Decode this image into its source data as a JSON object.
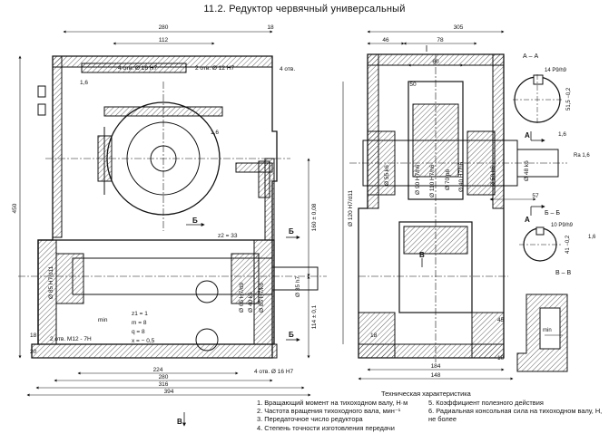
{
  "title": "11.2. Редуктор червячный универсальный",
  "dims": {
    "d280_top": "280",
    "d112": "112",
    "d18_top": "18",
    "holes_16": "4 отв. Ø 16 H7",
    "holes_12": "2 отв. Ø 12 H7",
    "holes_4": "4 отв.",
    "r16a": "1,6",
    "r16b": "1,6",
    "d450": "450",
    "d160": "160 ± 0,08",
    "d114": "114 ± 0,1",
    "d85a": "Ø 85 H7/d11",
    "d85b": "Ø 85 H7/k6",
    "d40": "Ø 40 k6",
    "d65": "Ø 65 H7/d9",
    "d35": "Ø 35 h7",
    "d33": "z2 = 33",
    "m12": "2 отв. M12 - 7H",
    "z1": "z1 = 1",
    "m": "m = 8",
    "q": "q = 8",
    "x": "x = − 0,5",
    "min": "min",
    "d18_left": "18",
    "d20": "20",
    "d224": "224",
    "d280_bot": "280",
    "d316": "316",
    "d394": "394",
    "holes_bot": "4 отв. Ø 16 H7",
    "d305": "305",
    "d46": "46",
    "d78": "78",
    "d60": "60",
    "d50": "50",
    "d120": "Ø 120 H7/d11",
    "d55": "Ø 55 k6",
    "d90": "Ø 90 H7/h6",
    "d110": "Ø 110 H7/h6",
    "d70": "Ø 70 p6",
    "d40h7": "Ø 40 H7/h6",
    "d50b": "Ø 50 k6",
    "d48": "Ø 48 k6",
    "d57": "57",
    "d45": "45",
    "d18_r": "18",
    "d184": "184",
    "d148": "148",
    "d10": "10",
    "r16c": "1,6",
    "ra16d": "Ra 1,6",
    "ra16e": "1,6"
  },
  "section_aa": {
    "label": "А – А",
    "key": "14 P9/h9",
    "h": "51,5 −0,2"
  },
  "section_bb": {
    "label": "Б – Б",
    "key": "10 P9/h9",
    "h": "41 −0,2"
  },
  "section_vv": {
    "label": "В – В",
    "min": "min"
  },
  "markers": {
    "a_top": "А",
    "a_bot": "А",
    "b1": "Б",
    "b2": "Б",
    "b3": "Б",
    "v_top": "В",
    "v_bot": "В"
  },
  "specs": {
    "title": "Техническая характеристика",
    "left": [
      "1. Вращающий момент на тихоходном валу, Н·м",
      "2. Частота вращения тихоходного вала, мин⁻¹",
      "3. Передаточное число редуктора",
      "4. Степень точности изготовления передачи"
    ],
    "right": [
      "5. Коэффициент полезного действия",
      "6. Радиальная консольная сила на тихоходном валу, Н,",
      "    не более"
    ]
  }
}
